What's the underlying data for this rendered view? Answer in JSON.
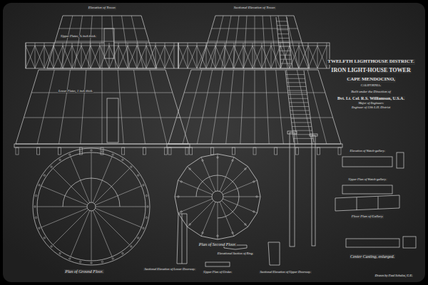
{
  "diagram": {
    "title": "TWELFTH LIGHTHOUSE DISTRICT.",
    "labels": [
      "Elevation of Tower.",
      "Sectional Elevation of Tower.",
      "Upper Plates, ⅞ inch thick.",
      "Lower Plates, 1 inch thick.",
      "IRON LIGHT-HOUSE TOWER",
      "CAPE MENDOCINO,",
      "CALIFORNIA.",
      "Built under the Direction of",
      "Bvt. Lt. Col. R.S. Williamson, U.S.A.",
      "Major of Engineers",
      "Engineer of 12th L.H. District",
      "Plan of Ground Floor.",
      "Plan of Second Floor.",
      "Sectional Elevation of Lower Doorway.",
      "Elevational Section of Ring.",
      "Upper Plan of Girder.",
      "Sectional Elevation of Upper Doorway.",
      "Elevation of Watch-gallery.",
      "Upper Plan of Watch-gallery.",
      "Floor Plan of Gallery.",
      "Center Casting, enlarged.",
      "Drawn by Paul Schulze, C.E."
    ]
  }
}
